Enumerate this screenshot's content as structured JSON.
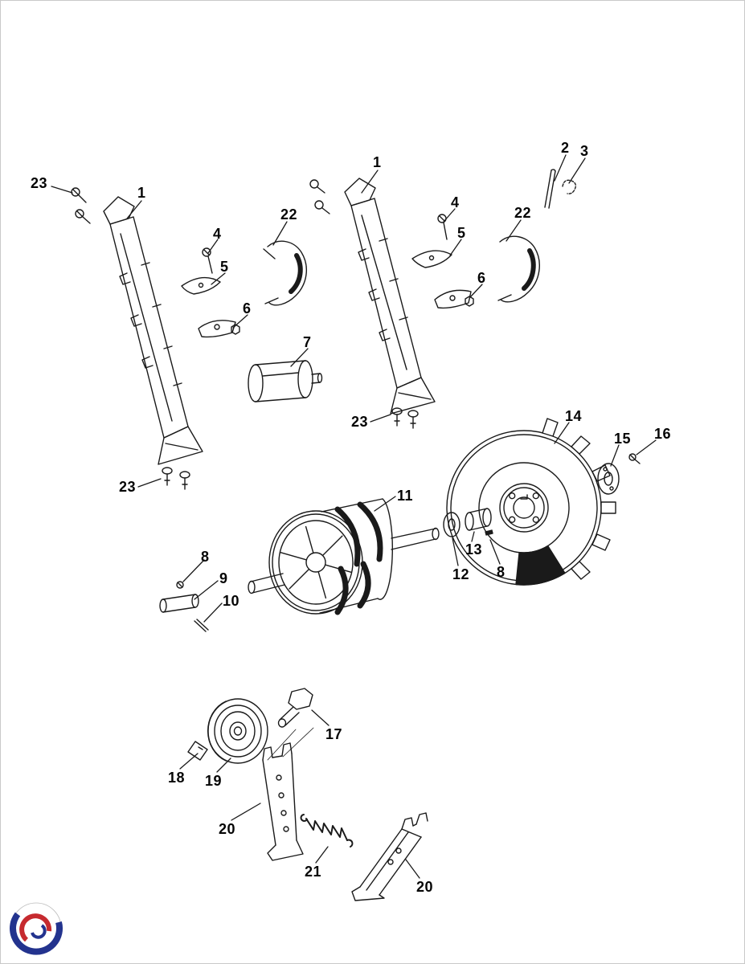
{
  "figure": {
    "kind": "exploded-parts-diagram",
    "background_color": "#ffffff",
    "line_color": "#1a1a1a",
    "label_color": "#050505"
  },
  "logo": {
    "name": "brand-swirl-logo",
    "blue": "#23338e",
    "red": "#c62a2f"
  },
  "labels": [
    {
      "text": "23"
    },
    {
      "text": "1"
    },
    {
      "text": "4"
    },
    {
      "text": "5"
    },
    {
      "text": "6"
    },
    {
      "text": "22"
    },
    {
      "text": "7"
    },
    {
      "text": "23"
    },
    {
      "text": "1"
    },
    {
      "text": "4"
    },
    {
      "text": "5"
    },
    {
      "text": "6"
    },
    {
      "text": "22"
    },
    {
      "text": "2"
    },
    {
      "text": "3"
    },
    {
      "text": "23"
    },
    {
      "text": "14"
    },
    {
      "text": "15"
    },
    {
      "text": "16"
    },
    {
      "text": "11"
    },
    {
      "text": "12"
    },
    {
      "text": "13"
    },
    {
      "text": "8"
    },
    {
      "text": "8"
    },
    {
      "text": "9"
    },
    {
      "text": "10"
    },
    {
      "text": "17"
    },
    {
      "text": "18"
    },
    {
      "text": "19"
    },
    {
      "text": "20"
    },
    {
      "text": "21"
    },
    {
      "text": "20"
    }
  ]
}
